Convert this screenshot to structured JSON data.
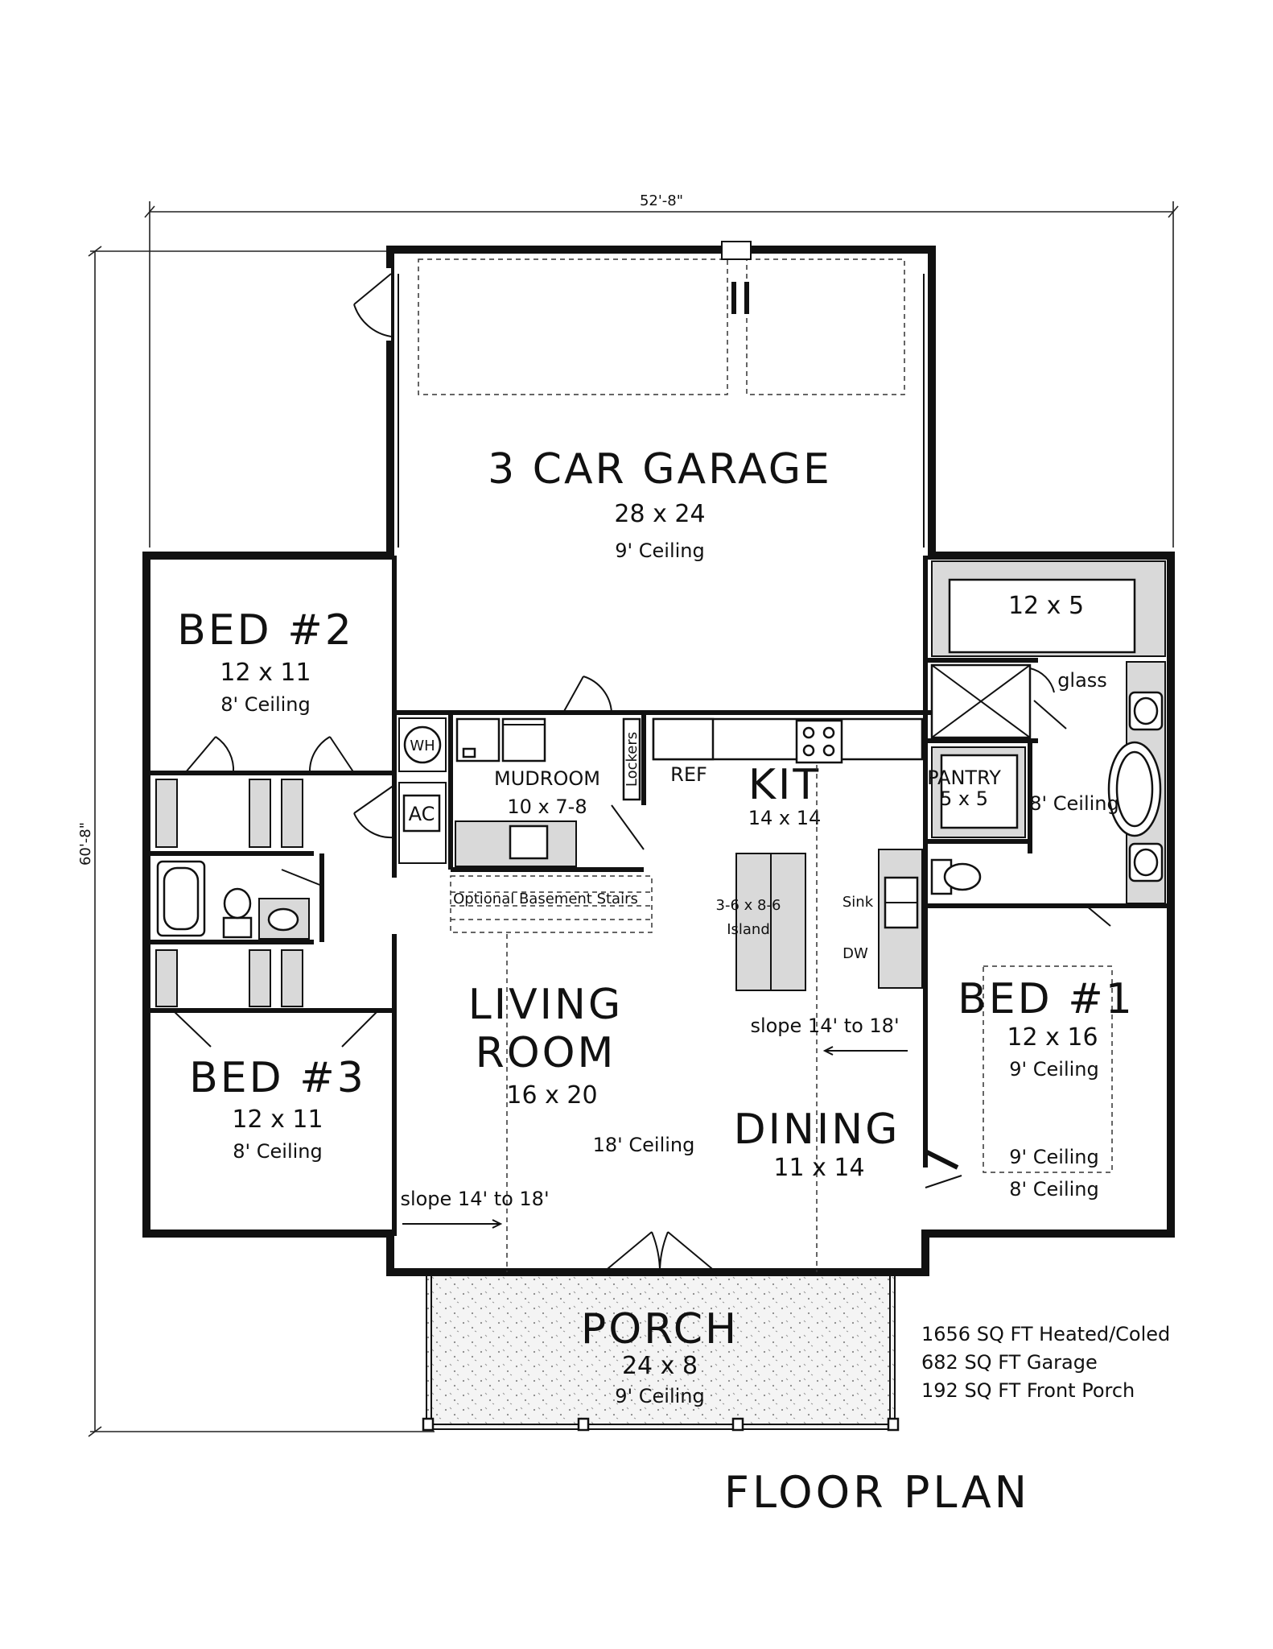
{
  "dimensions": {
    "width": "52'-8\"",
    "depth": "60'-8\""
  },
  "rooms": {
    "garage": {
      "name": "3 CAR GARAGE",
      "size": "28 x 24",
      "ceiling": "9' Ceiling"
    },
    "bed2": {
      "name": "BED #2",
      "size": "12 x 11",
      "ceiling": "8' Ceiling"
    },
    "bed3": {
      "name": "BED #3",
      "size": "12 x 11",
      "ceiling": "8' Ceiling"
    },
    "bed1": {
      "name": "BED #1",
      "size": "12 x 16",
      "ceiling": "9' Ceiling",
      "ceiling_tray": "9' Ceiling",
      "ceiling_edge": "8' Ceiling"
    },
    "mudroom": {
      "name": "MUDROOM",
      "size": "10 x 7-8"
    },
    "kitchen": {
      "name": "KIT",
      "size": "14 x 14"
    },
    "pantry": {
      "name": "PANTRY",
      "size": "5 x 5"
    },
    "closet": {
      "size": "12 x 5"
    },
    "master_bath": {
      "ceiling": "8' Ceiling",
      "glass": "glass"
    },
    "living": {
      "name_line1": "LIVING",
      "name_line2": "ROOM",
      "size": "16 x 20",
      "ceiling": "18' Ceiling",
      "slope": "slope 14' to 18'"
    },
    "dining": {
      "name": "DINING",
      "size": "11 x 14",
      "slope": "slope 14' to 18'"
    },
    "porch": {
      "name": "PORCH",
      "size": "24 x 8",
      "ceiling": "9' Ceiling"
    }
  },
  "fixtures": {
    "wh": "WH",
    "ac": "AC",
    "lockers": "Lockers",
    "ref": "REF",
    "sink": "Sink",
    "dw": "DW",
    "island_size": "3-6 x 8-6",
    "island": "Island",
    "stairs": "Optional Basement Stairs"
  },
  "areas": [
    "1656 SQ FT Heated/Coled",
    "682 SQ FT Garage",
    "192 SQ FT Front Porch"
  ],
  "title": "FLOOR PLAN"
}
